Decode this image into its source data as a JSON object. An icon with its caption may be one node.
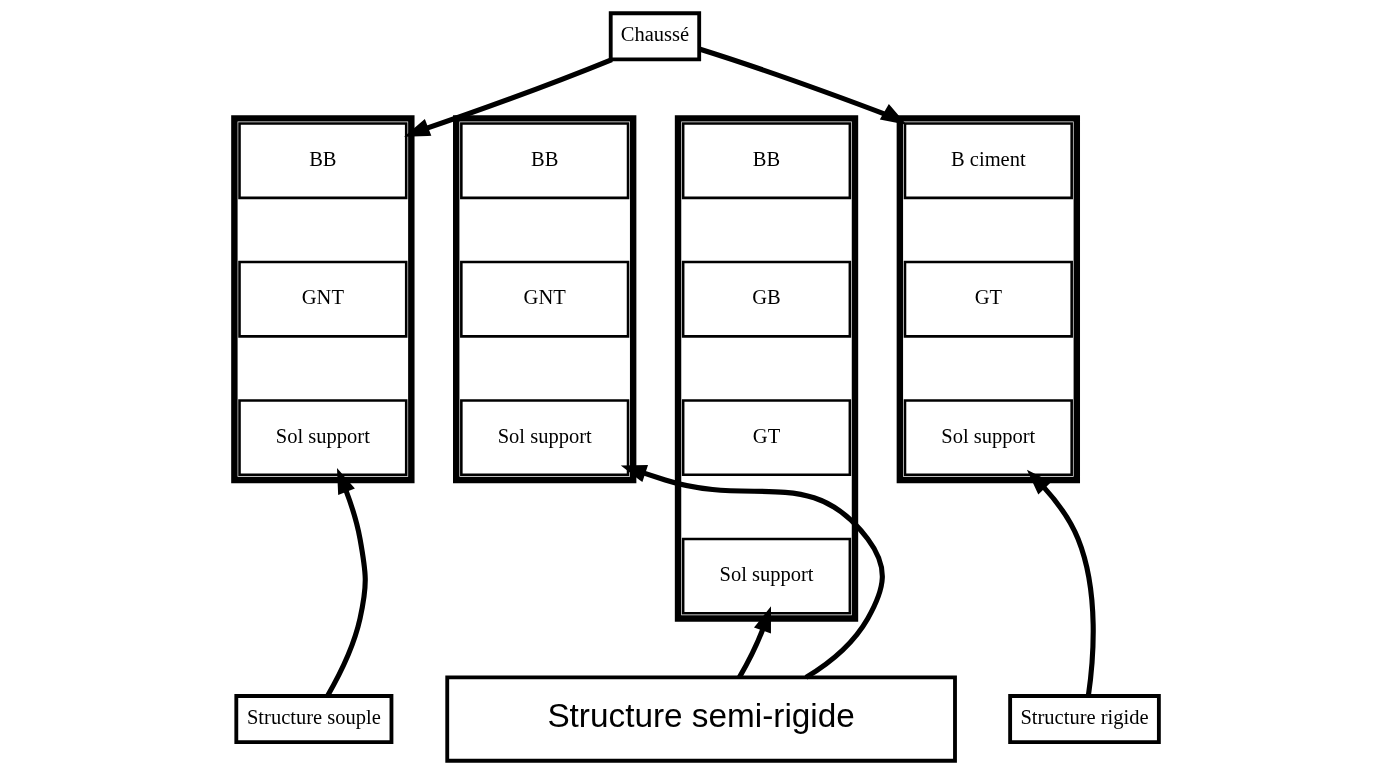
{
  "diagram": {
    "nodes": [
      {
        "text": [
          "Chaussé"
        ]
      },
      {
        "text": [],
        "shape": "box"
      },
      {
        "text": [
          "BB"
        ],
        "in": 1
      },
      {
        "text": [
          "GNT"
        ],
        "in": 1
      },
      {
        "text": [
          "Sol support"
        ],
        "in": 1
      },
      {
        "text": [],
        "shape": "box"
      },
      {
        "text": [
          "BB"
        ],
        "in": 5
      },
      {
        "text": [
          "GNT"
        ],
        "in": 5
      },
      {
        "text": [
          "Sol support"
        ],
        "in": 5
      },
      {
        "text": [],
        "shape": "box"
      },
      {
        "text": [
          "BB"
        ],
        "in": 9
      },
      {
        "text": [
          "GB"
        ],
        "in": 9
      },
      {
        "text": [
          "GT"
        ],
        "in": 9
      },
      {
        "text": [
          "Sol support"
        ],
        "in": 9
      },
      {
        "text": [],
        "shape": "box"
      },
      {
        "text": [
          "B ciment"
        ],
        "in": 14
      },
      {
        "text": [
          "GT"
        ],
        "in": 14
      },
      {
        "text": [
          "Sol support"
        ],
        "in": 14
      },
      {
        "text": [
          "Structure souple"
        ]
      },
      {
        "text": [
          "Structure semi-rigide"
        ]
      },
      {
        "text": [
          "Structure rigide"
        ]
      }
    ],
    "edges": [
      {
        "from": 0,
        "to": 1,
        "arrow": "to"
      },
      {
        "from": 0,
        "to": 14,
        "arrow": "to"
      },
      {
        "from": 18,
        "to": 4,
        "arrow": "to"
      },
      {
        "from": 19,
        "to": 8,
        "arrow": "to"
      },
      {
        "from": 19,
        "to": 13,
        "arrow": "to"
      },
      {
        "from": 20,
        "to": 17,
        "arrow": "to"
      }
    ]
  }
}
